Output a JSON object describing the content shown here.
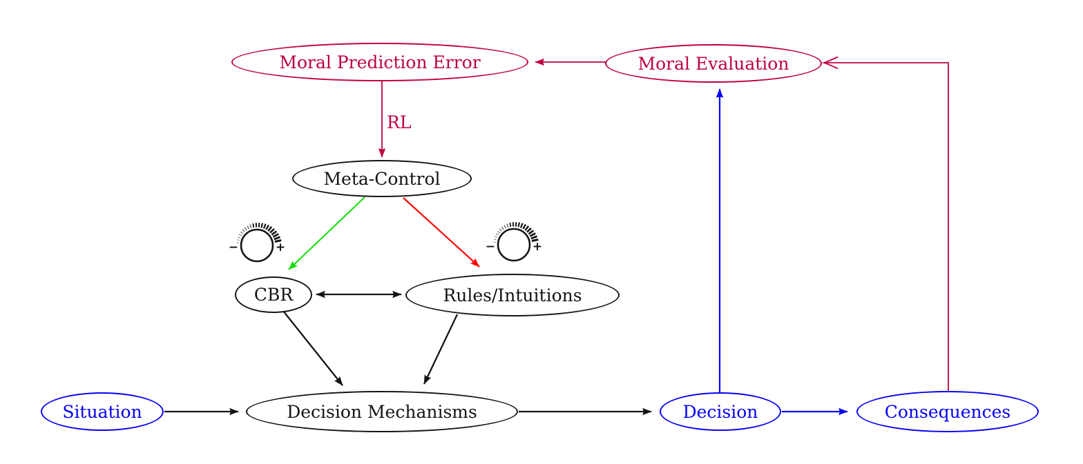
{
  "figure": {
    "background": "#ffffff",
    "colors": {
      "crimson": "#bf0040",
      "blue": "#0500f5",
      "green": "#19dd12",
      "red": "#f90b03",
      "ink": "#141414"
    },
    "nodes": {
      "moral_prediction_error": {
        "label": "Moral Prediction Error",
        "color": "#bf0040"
      },
      "moral_evaluation": {
        "label": "Moral Evaluation",
        "color": "#bf0040"
      },
      "meta_control": {
        "label": "Meta-Control",
        "color": "#141414"
      },
      "cbr": {
        "label": "CBR",
        "color": "#141414"
      },
      "rules_intuitions": {
        "label": "Rules/Intuitions",
        "color": "#141414"
      },
      "decision_mechanisms": {
        "label": "Decision Mechanisms",
        "color": "#141414"
      },
      "situation": {
        "label": "Situation",
        "color": "#0500f5"
      },
      "decision": {
        "label": "Decision",
        "color": "#0500f5"
      },
      "consequences": {
        "label": "Consequences",
        "color": "#0500f5"
      }
    },
    "edge_labels": {
      "rl": "RL"
    },
    "knob": {
      "minus": "−",
      "plus": "+"
    }
  }
}
